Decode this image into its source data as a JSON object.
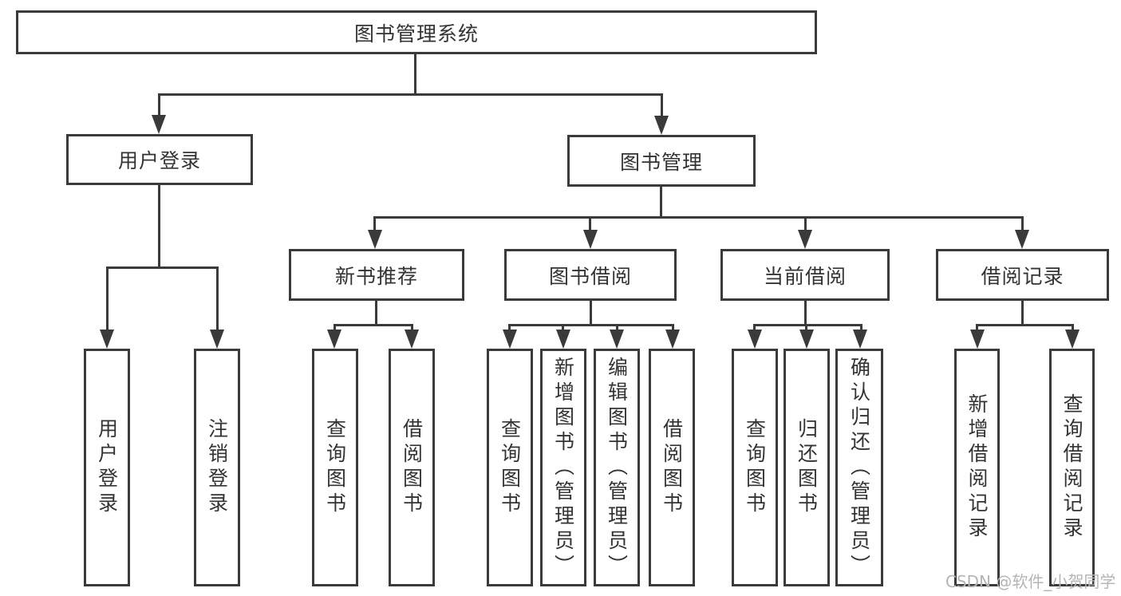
{
  "diagram": {
    "root": {
      "label": "图书管理系统"
    },
    "branches": {
      "login": {
        "label": "用户登录",
        "children": [
          {
            "label": "用户登录"
          },
          {
            "label": "注销登录"
          }
        ]
      },
      "management": {
        "label": "图书管理",
        "children": [
          {
            "label": "新书推荐",
            "children": [
              {
                "label": "查询图书"
              },
              {
                "label": "借阅图书"
              }
            ]
          },
          {
            "label": "图书借阅",
            "children": [
              {
                "label": "查询图书"
              },
              {
                "label": "新增图书（管理员）"
              },
              {
                "label": "编辑图书（管理员）"
              },
              {
                "label": "借阅图书"
              }
            ]
          },
          {
            "label": "当前借阅",
            "children": [
              {
                "label": "查询图书"
              },
              {
                "label": "归还图书"
              },
              {
                "label": "确认归还（管理员）"
              }
            ]
          },
          {
            "label": "借阅记录",
            "children": [
              {
                "label": "新增借阅记录"
              },
              {
                "label": "查询借阅记录"
              }
            ]
          }
        ]
      }
    }
  },
  "watermark": {
    "text": "CSDN @软件_小贺同学"
  },
  "colors": {
    "line": "#3a3a3a",
    "text": "#333333",
    "watermark": "#b4b4b4"
  }
}
